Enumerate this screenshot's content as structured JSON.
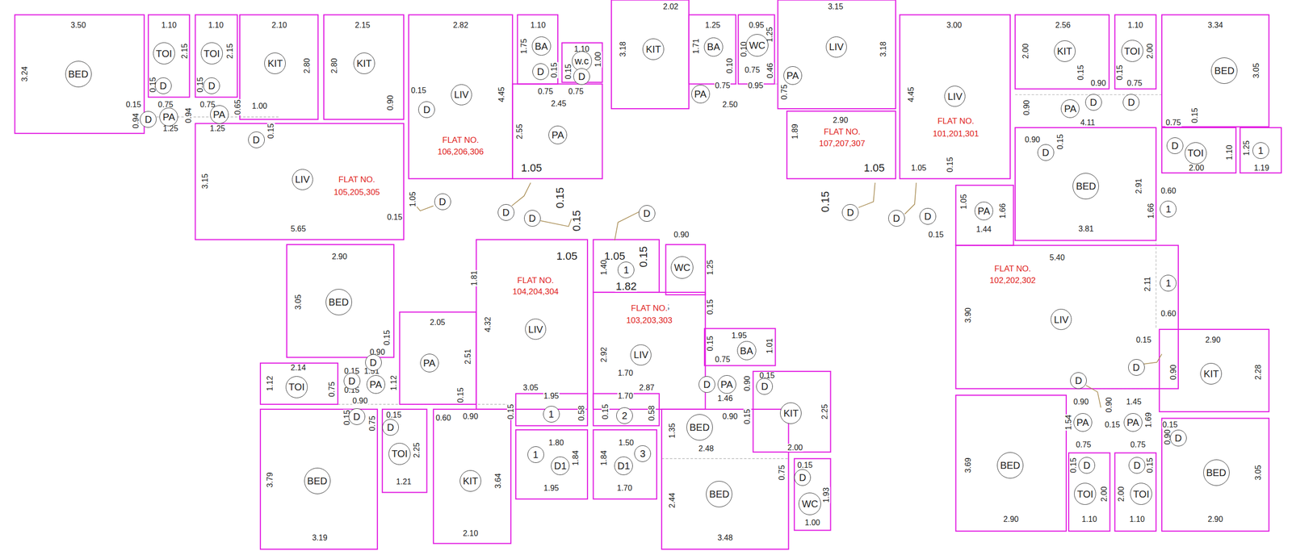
{
  "diagram": {
    "nodes": [
      {
        "text": [
          "BED"
        ]
      },
      {
        "text": [
          "TOI"
        ]
      },
      {
        "text": [
          "D"
        ]
      },
      {
        "text": [
          "TOI"
        ]
      },
      {
        "text": [
          "D"
        ]
      },
      {
        "text": [
          "KIT"
        ]
      },
      {
        "text": [
          "D"
        ]
      },
      {
        "text": [
          "PA"
        ]
      },
      {
        "text": [
          "PA"
        ]
      },
      {
        "text": [
          "D"
        ]
      },
      {
        "text": [
          "LIV"
        ]
      },
      {
        "text": [
          "D"
        ]
      },
      {
        "text": [
          "KIT"
        ]
      },
      {
        "text": [
          "LIV"
        ]
      },
      {
        "text": [
          "D"
        ]
      },
      {
        "text": [
          "BA"
        ]
      },
      {
        "text": [
          "D"
        ]
      },
      {
        "text": [
          "w.c"
        ]
      },
      {
        "text": [
          "D"
        ]
      },
      {
        "text": [
          "PA"
        ]
      },
      {
        "text": [
          "D"
        ]
      },
      {
        "text": [
          "D"
        ]
      },
      {
        "text": [
          "KIT"
        ]
      },
      {
        "text": [
          "BA"
        ]
      },
      {
        "text": [
          "PA"
        ]
      },
      {
        "text": [
          "WC"
        ]
      },
      {
        "text": [
          "LIV"
        ]
      },
      {
        "text": [
          "PA"
        ]
      },
      {
        "text": [
          "D"
        ]
      },
      {
        "text": [
          "LIV"
        ]
      },
      {
        "text": [
          "D"
        ]
      },
      {
        "text": [
          "D"
        ]
      },
      {
        "text": [
          "KIT"
        ]
      },
      {
        "text": [
          "D"
        ]
      },
      {
        "text": [
          "TOI"
        ]
      },
      {
        "text": [
          "D"
        ]
      },
      {
        "text": [
          "BED"
        ]
      },
      {
        "text": [
          "PA"
        ]
      },
      {
        "text": [
          "D"
        ]
      },
      {
        "text": [
          "BED"
        ]
      },
      {
        "text": [
          "1"
        ]
      },
      {
        "text": [
          "D"
        ]
      },
      {
        "text": [
          "TOI"
        ]
      },
      {
        "text": [
          "1"
        ]
      },
      {
        "text": [
          "PA"
        ]
      },
      {
        "text": [
          "LIV"
        ]
      },
      {
        "text": [
          "1"
        ]
      },
      {
        "text": [
          "KIT"
        ]
      },
      {
        "text": [
          "D"
        ]
      },
      {
        "text": [
          "D"
        ]
      },
      {
        "text": [
          "PA"
        ]
      },
      {
        "text": [
          "PA"
        ]
      },
      {
        "text": [
          "D"
        ]
      },
      {
        "text": [
          "D"
        ]
      },
      {
        "text": [
          "D"
        ]
      },
      {
        "text": [
          "BED"
        ]
      },
      {
        "text": [
          "TOI"
        ]
      },
      {
        "text": [
          "TOI"
        ]
      },
      {
        "text": [
          "BED"
        ]
      },
      {
        "text": [
          "BED"
        ]
      },
      {
        "text": [
          "PA"
        ]
      },
      {
        "text": [
          "D"
        ]
      },
      {
        "text": [
          "PA"
        ]
      },
      {
        "text": [
          "D"
        ]
      },
      {
        "text": [
          "TOI"
        ]
      },
      {
        "text": [
          "LIV"
        ]
      },
      {
        "text": [
          "1"
        ]
      },
      {
        "text": [
          "1"
        ]
      },
      {
        "text": [
          "D1"
        ]
      },
      {
        "text": [
          "D"
        ]
      },
      {
        "text": [
          "BED"
        ]
      },
      {
        "text": [
          "D"
        ]
      },
      {
        "text": [
          "TOI"
        ]
      },
      {
        "text": [
          "KIT"
        ]
      },
      {
        "text": [
          "D"
        ]
      },
      {
        "text": [
          "1"
        ]
      },
      {
        "text": [
          "WC"
        ]
      },
      {
        "text": [
          "LIV"
        ]
      },
      {
        "text": [
          "2"
        ]
      },
      {
        "text": [
          "3"
        ]
      },
      {
        "text": [
          "D1"
        ]
      },
      {
        "text": [
          "BA"
        ]
      },
      {
        "text": [
          "D"
        ]
      },
      {
        "text": [
          "PA"
        ]
      },
      {
        "text": [
          "D"
        ]
      },
      {
        "text": [
          "KIT"
        ]
      },
      {
        "text": [
          "BED"
        ]
      },
      {
        "text": [
          "BED"
        ]
      },
      {
        "text": [
          "D"
        ]
      },
      {
        "text": [
          "WC"
        ]
      }
    ],
    "labels": [
      "3.50",
      "3.24",
      "1.10",
      "2.15",
      "0.15",
      "1.10",
      "2.15",
      "0.15",
      "2.10",
      "2.80",
      "0.15",
      "0.75",
      "0.94",
      "1.25",
      "0.94",
      "0.75",
      "0.65",
      "1.00",
      "1.25",
      "0.15",
      "3.15",
      "FLAT NO.",
      "105,205,305",
      "5.65",
      "1.05",
      "0.15",
      "2.15",
      "2.80",
      "2.82",
      "0.90",
      "0.15",
      "4.45",
      "FLAT NO.",
      "106,206,306",
      "1.10",
      "1.75",
      "0.15",
      "0.75",
      "1.10",
      "1.00",
      "0.15",
      "0.75",
      "2.45",
      "2.55",
      "1.05",
      "0.15",
      "0.15",
      "2.02",
      "3.18",
      "1.25",
      "1.71",
      "0.10",
      "0.75",
      "0.95",
      "0.10",
      "1.25",
      "0.75",
      "0.95",
      "0.46",
      "2.50",
      "3.15",
      "3.18",
      "0.75",
      "2.90",
      "1.89",
      "FLAT NO.",
      "107,207,307",
      "1.05",
      "0.15",
      "3.00",
      "4.45",
      "FLAT NO.",
      "101,201,301",
      "1.05",
      "0.15",
      "2.56",
      "2.00",
      "0.15",
      "0.90",
      "1.10",
      "2.00",
      "0.15",
      "0.75",
      "3.34",
      "3.05",
      "0.90",
      "4.11",
      "0.75",
      "0.15",
      "0.90",
      "0.15",
      "2.91",
      "3.81",
      "0.60",
      "1.66",
      "1.10",
      "2.00",
      "1.25",
      "1.19",
      "1.05",
      "1.66",
      "1.44",
      "0.15",
      "FLAT NO.",
      "102,202,302",
      "5.40",
      "3.90",
      "2.11",
      "0.60",
      "0.15",
      "2.90",
      "2.28",
      "0.90",
      "0.90",
      "0.90",
      "1.45",
      "1.54",
      "0.15",
      "1.69",
      "0.15",
      "0.90",
      "0.75",
      "0.75",
      "0.15",
      "0.15",
      "3.69",
      "2.90",
      "2.00",
      "1.10",
      "2.00",
      "1.10",
      "3.05",
      "2.90",
      "2.90",
      "3.05",
      "2.05",
      "2.51",
      "1.12",
      "0.15",
      "0.90",
      "1.51",
      "0.15",
      "0.15",
      "0.75",
      "2.14",
      "1.12",
      "0.90",
      "1.05",
      "1.81",
      "FLAT NO.",
      "104,204,304",
      "4.32",
      "3.05",
      "0.15",
      "1.95",
      "0.15",
      "0.58",
      "1.80",
      "1.84",
      "1.95",
      "0.15",
      "3.79",
      "3.19",
      "0.15",
      "0.75",
      "2.25",
      "1.21",
      "0.60",
      "0.90",
      "3.64",
      "2.10",
      "1.05",
      "0.15",
      "1.40",
      "1.82",
      "0.90",
      "1.25",
      "0.75",
      "0.15",
      "FLAT NO.",
      "103,203,303",
      "2.92",
      "1.70",
      "2.87",
      "1.70",
      "0.15",
      "0.58",
      "1.50",
      "1.84",
      "1.70",
      "1.95",
      "0.15",
      "0.75",
      "1.01",
      "0.90",
      "0.15",
      "1.46",
      "0.90",
      "0.15",
      "2.25",
      "2.00",
      "1.35",
      "2.48",
      "2.44",
      "3.48",
      "0.75",
      "0.15",
      "1.93",
      "1.00"
    ]
  }
}
